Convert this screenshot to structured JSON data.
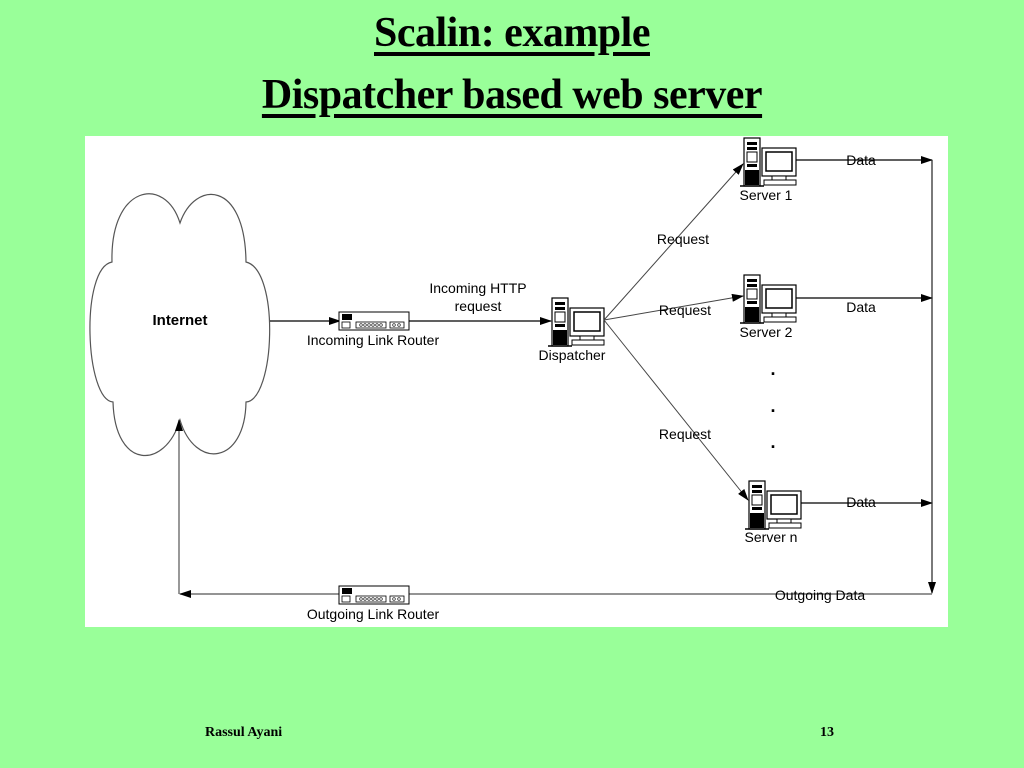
{
  "slide": {
    "title_line1": "Scalin: example",
    "title_line2": "Dispatcher based web server",
    "background_color": "#99ff99"
  },
  "diagram": {
    "internet": {
      "label": "Internet"
    },
    "incoming_router": {
      "label": "Incoming Link Router"
    },
    "incoming_request": {
      "label_line1": "Incoming HTTP",
      "label_line2": "request"
    },
    "dispatcher": {
      "label": "Dispatcher"
    },
    "servers": [
      {
        "label": "Server 1",
        "request_label": "Request",
        "data_label": "Data"
      },
      {
        "label": "Server 2",
        "request_label": "Request",
        "data_label": "Data"
      },
      {
        "label": "Server n",
        "request_label": "Request",
        "data_label": "Data"
      }
    ],
    "ellipsis": ".",
    "outgoing_data": {
      "label": "Outgoing Data"
    },
    "outgoing_router": {
      "label": "Outgoing Link Router"
    }
  },
  "footer": {
    "author": "Rassul Ayani",
    "page_number": "13"
  }
}
